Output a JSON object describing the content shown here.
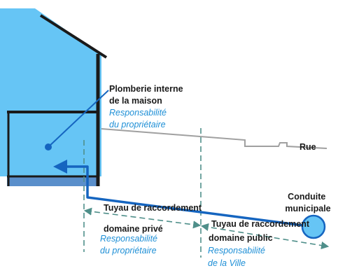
{
  "labels": {
    "house_plumbing_title": [
      "Plomberie interne",
      "de la maison"
    ],
    "house_plumbing_resp": [
      "Responsabilité",
      "du propriétaire"
    ],
    "street": "Rue",
    "main_title": [
      "Conduite",
      "municipale"
    ],
    "private_pipe_title": [
      "Tuyau de raccordement",
      "domaine privé"
    ],
    "private_pipe_resp": [
      "Responsabilité",
      "du propriétaire"
    ],
    "public_pipe_title": [
      "Tuyau de raccordement",
      "domaine public"
    ],
    "public_pipe_resp": [
      "Responsabilité",
      "de la Ville"
    ]
  },
  "colors": {
    "house_fill": "#66c5f5",
    "foundation": "#5a8fcb",
    "outline": "#1a1a1a",
    "pipe": "#1565c0",
    "dashed": "#4f8f8a",
    "street_line": "#a0a0a0",
    "responsibility_text": "#1e8fd6"
  }
}
